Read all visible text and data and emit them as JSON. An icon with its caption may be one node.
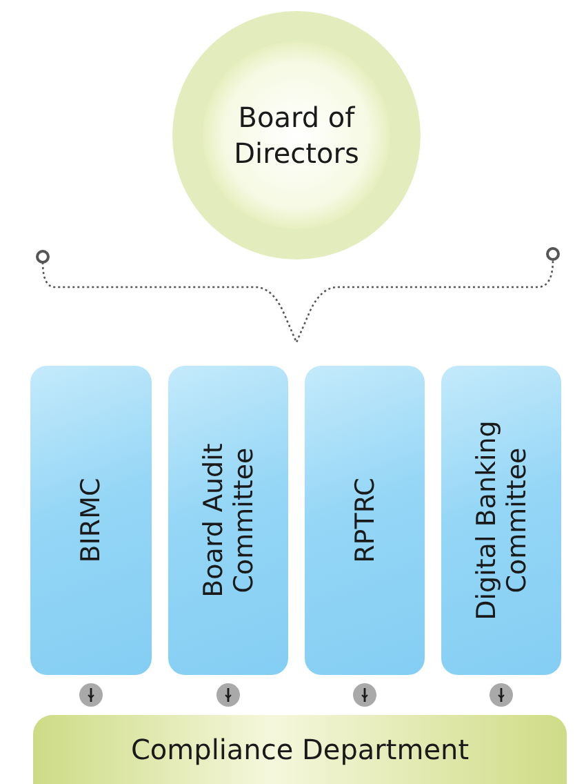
{
  "diagram": {
    "nodes": [
      {
        "text": [
          "Board of Directors"
        ]
      },
      {
        "text": [
          "BIRMC"
        ]
      },
      {
        "text": [
          "Board Audit Committee"
        ]
      },
      {
        "text": [
          "RPTRC"
        ]
      },
      {
        "text": [
          "Digital Banking Committee"
        ]
      },
      {
        "text": [
          "Compliance Department"
        ]
      }
    ],
    "edges": [
      {
        "from": 1,
        "to": 5,
        "arrow": "to"
      },
      {
        "from": 2,
        "to": 5,
        "arrow": "to"
      },
      {
        "from": 3,
        "to": 5,
        "arrow": "to"
      },
      {
        "from": 4,
        "to": 5,
        "arrow": "to"
      }
    ]
  }
}
